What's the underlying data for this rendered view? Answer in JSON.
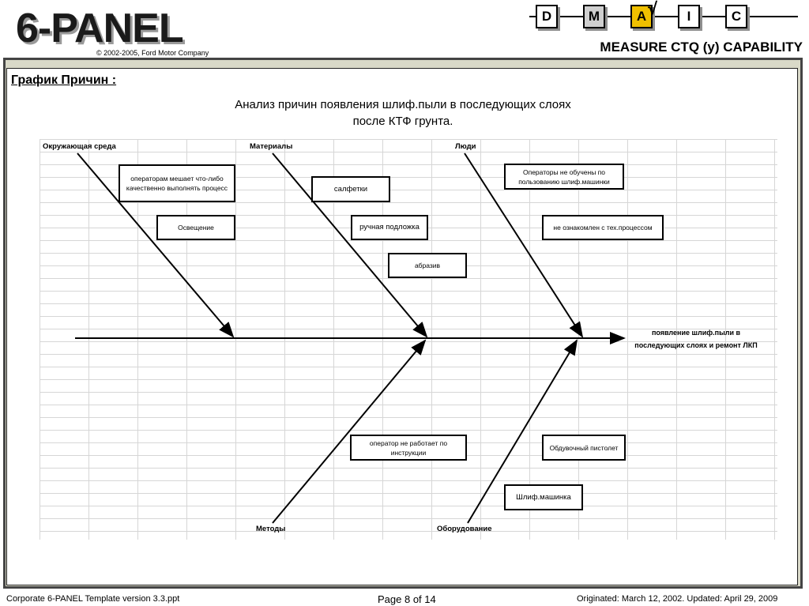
{
  "header": {
    "logo": "6-PANEL",
    "copyright": "© 2002-2005, Ford Motor Company",
    "dmaic": [
      "D",
      "M",
      "A",
      "I",
      "C"
    ],
    "active_step": "A",
    "checkmark": "√",
    "subtitle": "MEASURE CTQ (y) CAPABILITY"
  },
  "section_title": "График Причин :",
  "diagram": {
    "title_line1": "Анализ причин появления шлиф.пыли в последующих слоях",
    "title_line2": "после КТФ грунта.",
    "effect_line1": "появление шлиф.пыли в",
    "effect_line2": "последующих слоях и ремонт ЛКП",
    "categories": {
      "environment": "Окружающая среда",
      "materials": "Материалы",
      "people": "Люди",
      "methods": "Методы",
      "equipment": "Оборудование"
    },
    "causes": {
      "env_1": "операторам мешает что-либо качественно выполнять процесс",
      "env_2": "Освещение",
      "mat_1": "салфетки",
      "mat_2": "ручная подложка",
      "mat_3": "абразив",
      "ppl_1": "Операторы не обучены по пользованию шлиф.машинки",
      "ppl_2": "не ознакомлен с тех.процессом",
      "met_1": "оператор не работает по инструкции",
      "eq_1": "Обдувочный пистолет",
      "eq_2": "Шлиф.машинка"
    }
  },
  "footer": {
    "template": "Corporate 6-PANEL Template version 3.3.ppt",
    "page": "Page 8 of  14",
    "dates": "Originated: March 12, 2002.  Updated: April 29, 2009"
  }
}
